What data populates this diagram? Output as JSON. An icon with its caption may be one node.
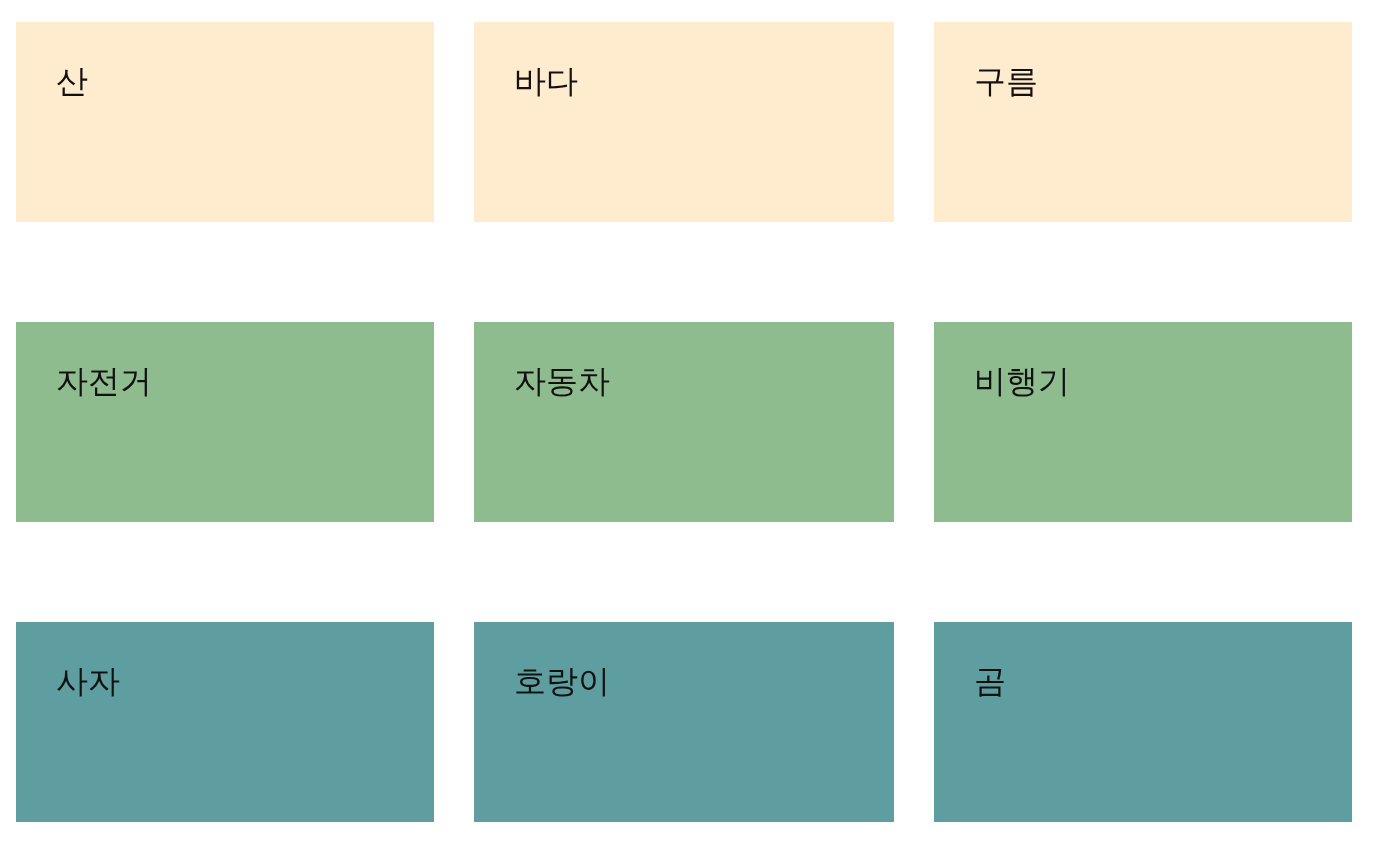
{
  "diagram": {
    "nodes": [
      {
        "text": [
          "산"
        ]
      },
      {
        "text": [
          "바다"
        ]
      },
      {
        "text": [
          "구름"
        ]
      },
      {
        "text": [
          "자전거"
        ]
      },
      {
        "text": [
          "자동차"
        ]
      },
      {
        "text": [
          "비행기"
        ]
      },
      {
        "text": [
          "사자"
        ]
      },
      {
        "text": [
          "호랑이"
        ]
      },
      {
        "text": [
          "곰"
        ]
      }
    ]
  }
}
